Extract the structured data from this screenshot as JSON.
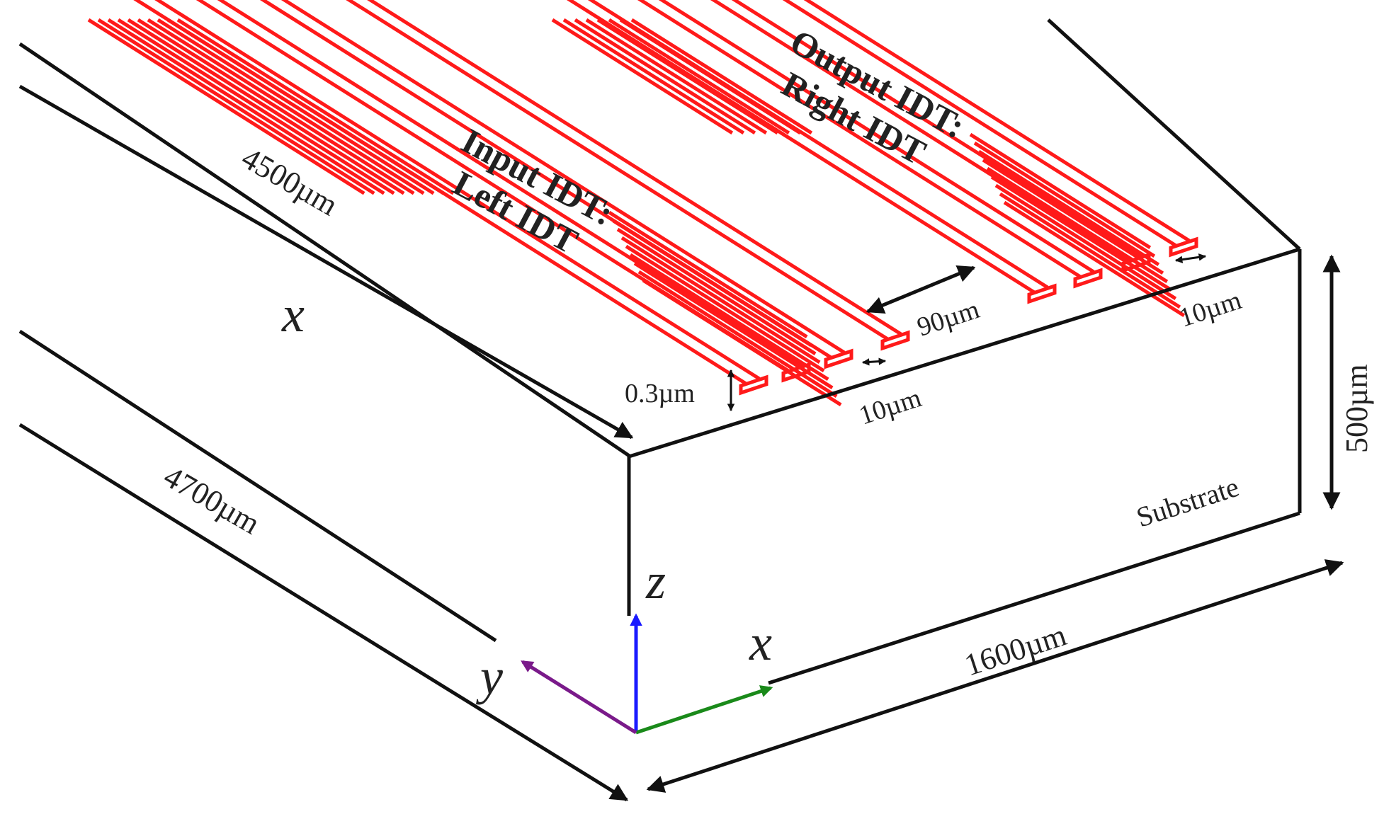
{
  "labels": {
    "input_idt_line1": "Input IDT:",
    "input_idt_line2": "Left IDT",
    "output_idt_line1": "Output IDT:",
    "output_idt_line2": "Right IDT",
    "length_top": "4500µm",
    "length_bottom": "4700µm",
    "width": "1600µm",
    "thickness": "500µm",
    "electrode_height": "0.3µm",
    "electrode_pitch_left": "10µm",
    "electrode_pitch_right": "10µm",
    "idt_gap": "90µm",
    "substrate": "Substrate",
    "axis_x_top": "x",
    "axis_x": "x",
    "axis_y": "y",
    "axis_z": "z"
  },
  "colors": {
    "electrode": "#ff1a1a",
    "outline": "#111111",
    "axis_x": "#1a8a1a",
    "axis_y": "#7a1a8a",
    "axis_z": "#1a1aff"
  }
}
